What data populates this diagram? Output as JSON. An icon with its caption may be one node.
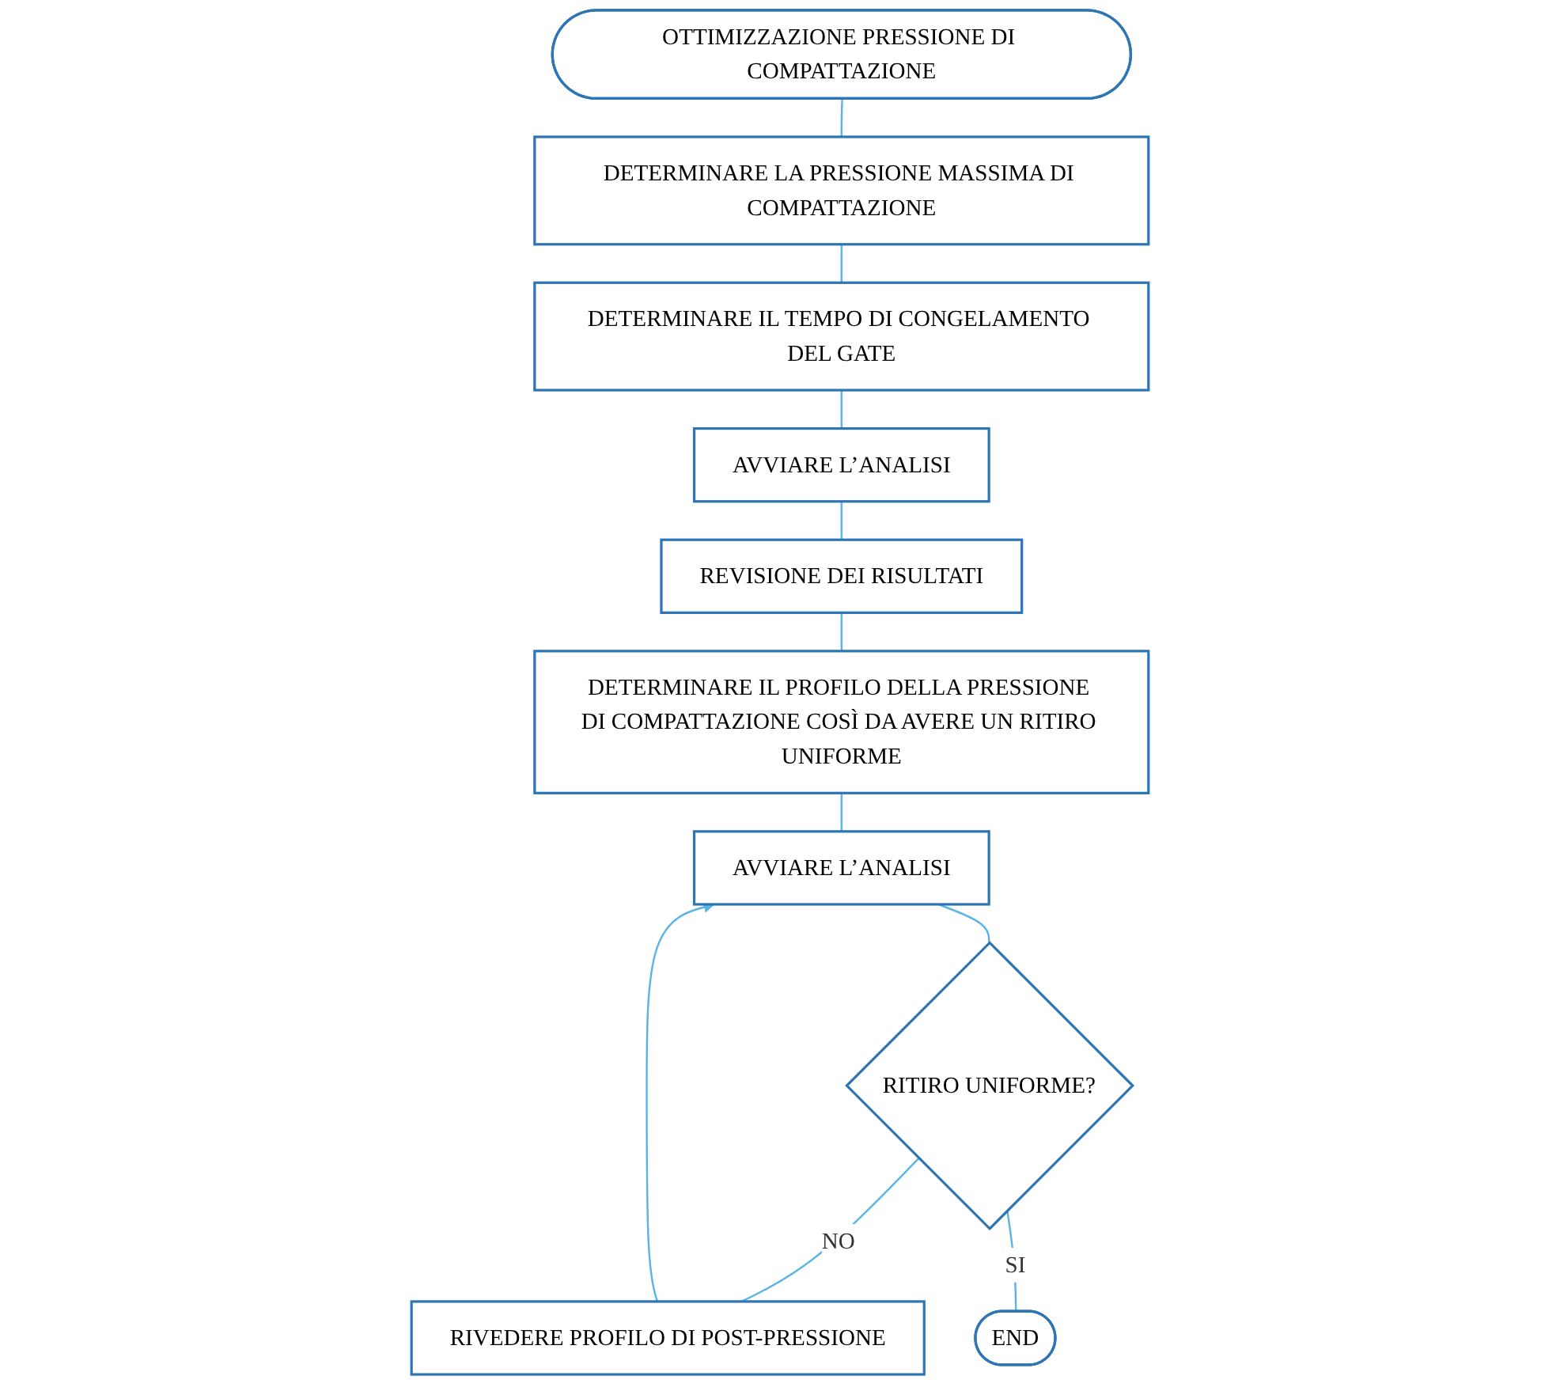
{
  "diagram": {
    "nodes": [
      {
        "text": [
          "OTTIMIZZAZIONE PRESSIONE DI COMPATTAZIONE"
        ]
      },
      {
        "text": [
          "DETERMINARE LA PRESSIONE MASSIMA DI COMPATTAZIONE"
        ]
      },
      {
        "text": [
          "DETERMINARE IL TEMPO DI CONGELAMENTO DEL GATE"
        ]
      },
      {
        "text": [
          "AVVIARE L’ANALISI"
        ]
      },
      {
        "text": [
          "REVISIONE DEI RISULTATI"
        ]
      },
      {
        "text": [
          "DETERMINARE IL PROFILO DELLA PRESSIONE DI COMPATTAZIONE COSÌ DA AVERE UN RITIRO UNIFORME"
        ]
      },
      {
        "text": [
          "AVVIARE L’ANALISI"
        ]
      },
      {
        "text": [
          "RITIRO UNIFORME?"
        ]
      },
      {
        "text": [
          "RIVEDERE PROFILO DI POST-PRESSIONE"
        ]
      },
      {
        "text": [
          "END"
        ]
      }
    ],
    "edges": [
      {
        "from": 0,
        "to": 1,
        "arrow": "none"
      },
      {
        "from": 1,
        "to": 2,
        "arrow": "none"
      },
      {
        "from": 2,
        "to": 3,
        "arrow": "none"
      },
      {
        "from": 3,
        "to": 4,
        "arrow": "none"
      },
      {
        "from": 4,
        "to": 5,
        "arrow": "none"
      },
      {
        "from": 5,
        "to": 6,
        "arrow": "none"
      },
      {
        "from": 6,
        "to": 7,
        "arrow": "none"
      },
      {
        "from": 7,
        "to": 8,
        "arrow": "none",
        "label": "NO"
      },
      {
        "from": 8,
        "to": 6,
        "arrow": "to"
      },
      {
        "from": 7,
        "to": 9,
        "arrow": "none",
        "label": "SI"
      }
    ]
  }
}
